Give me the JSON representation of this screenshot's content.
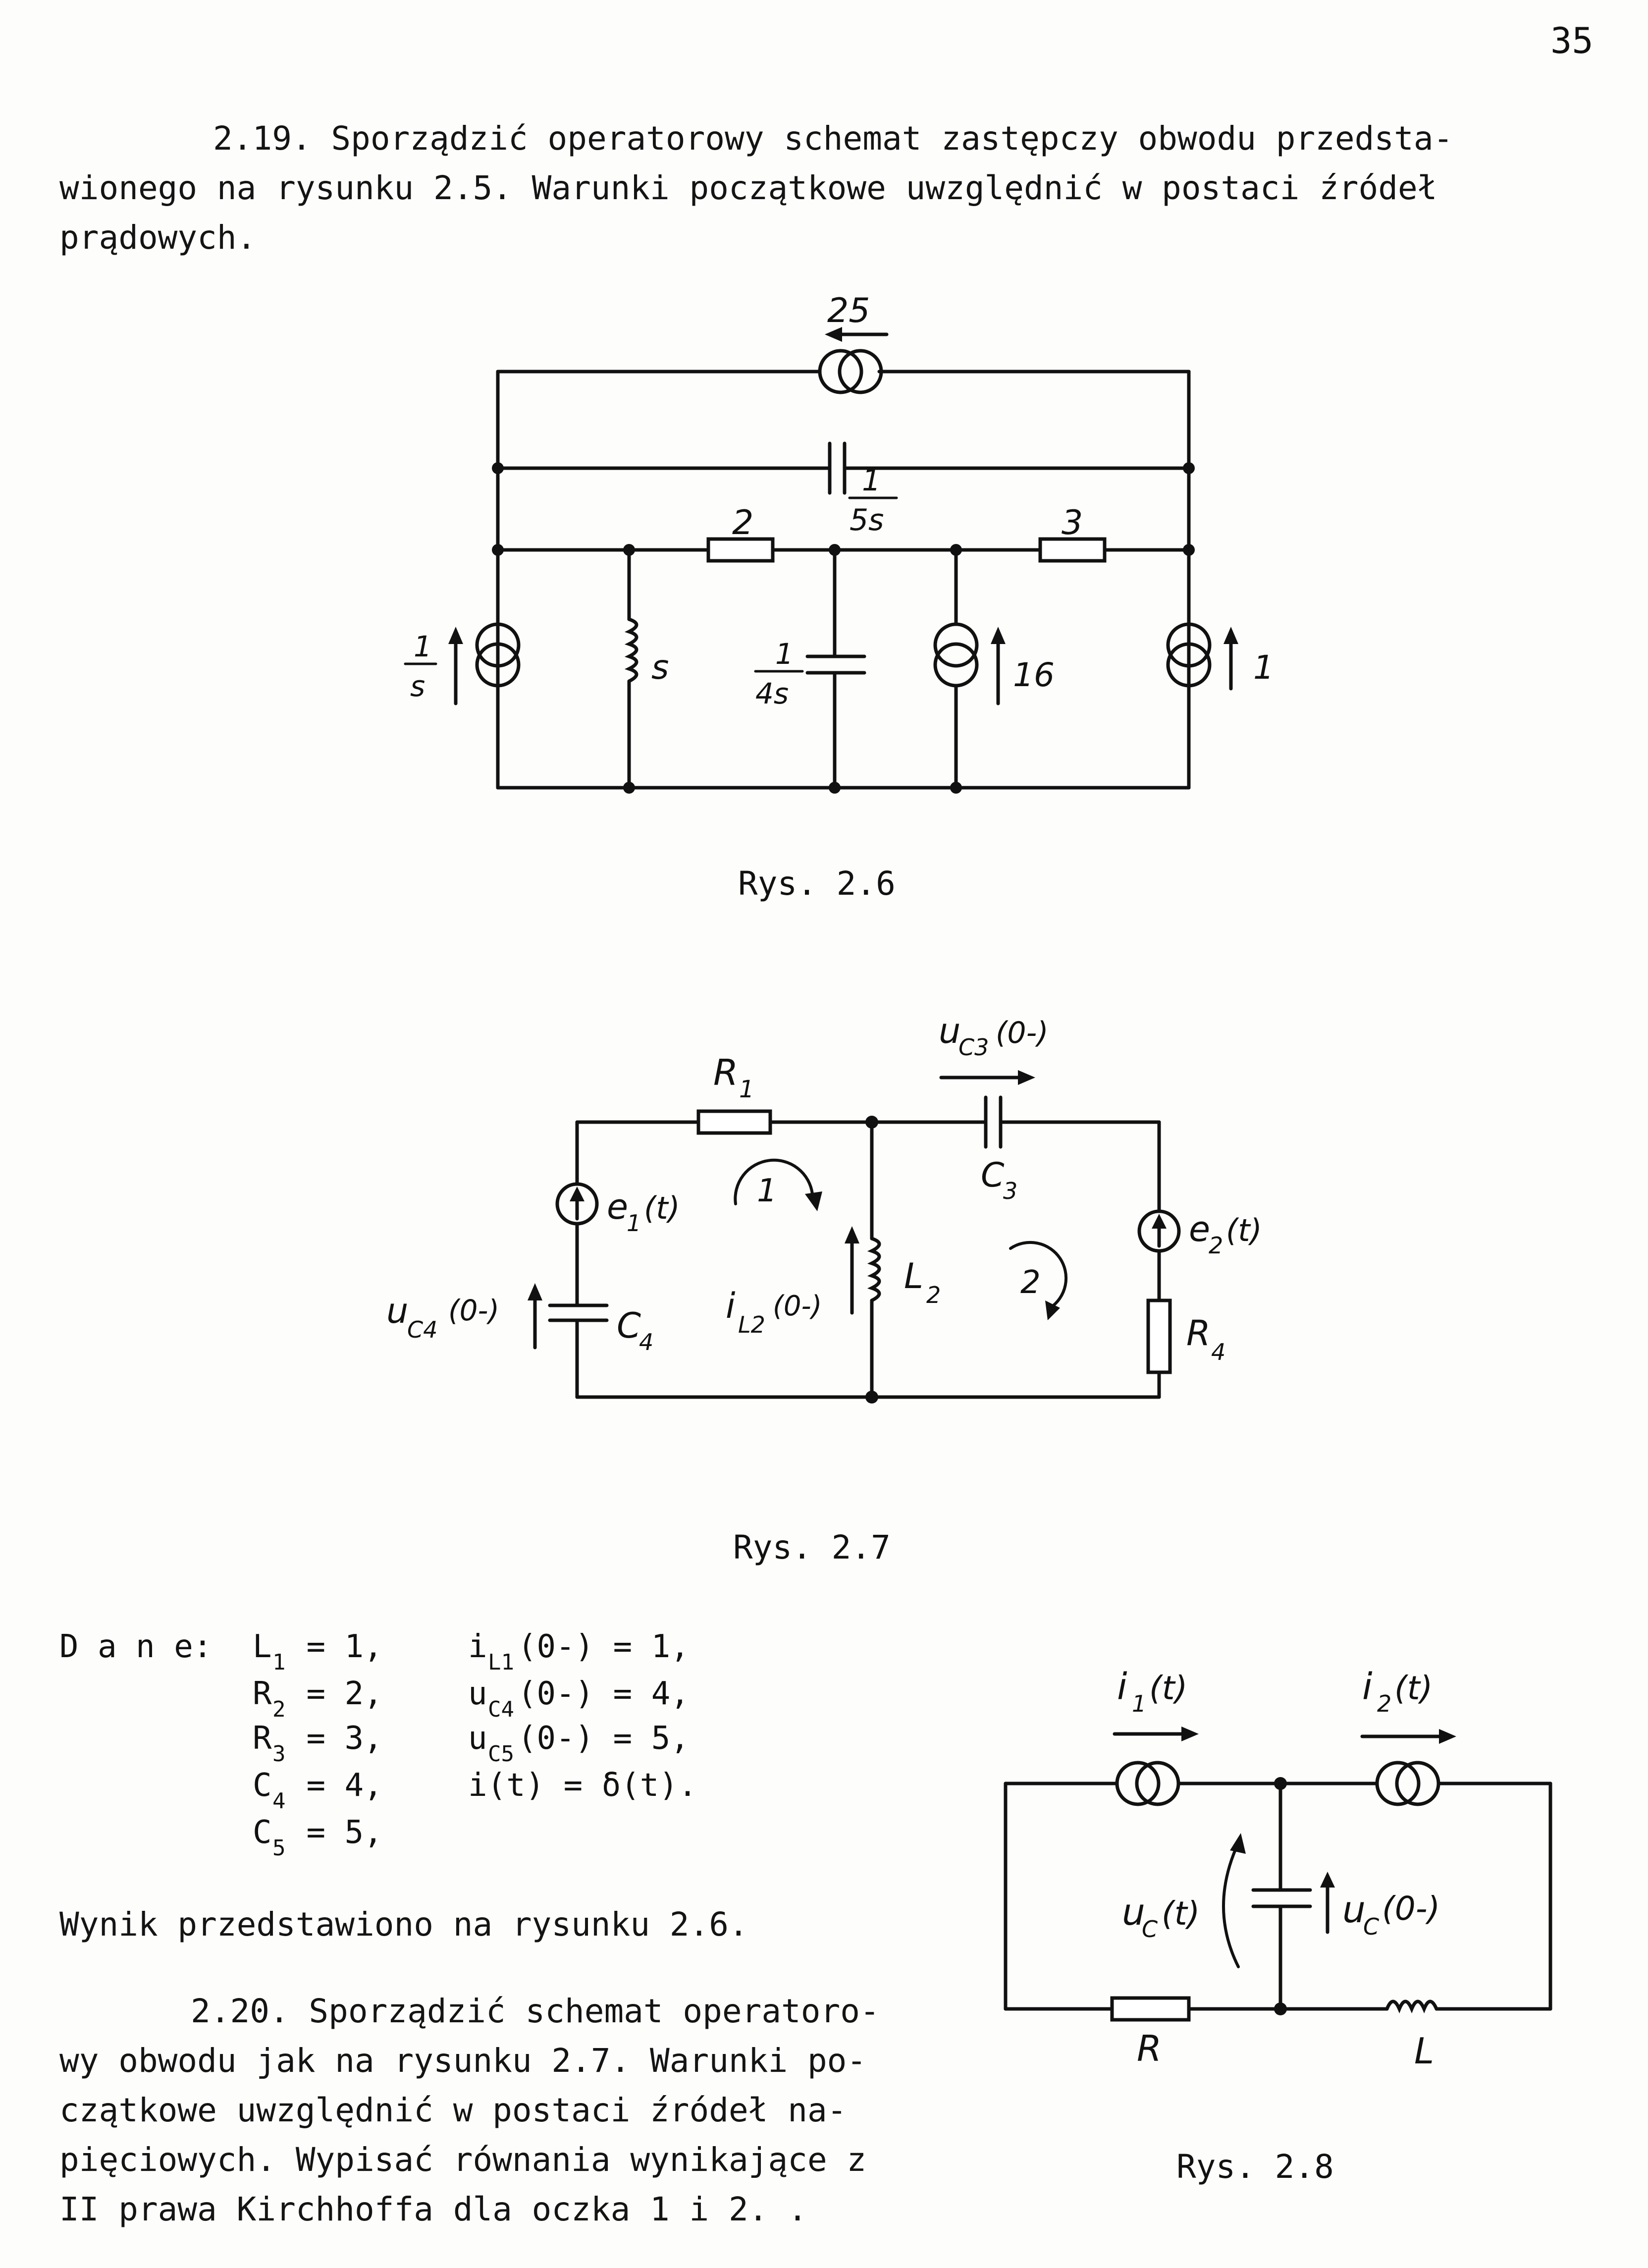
{
  "page_number": "35",
  "problem_219": {
    "line1": "2.19. Sporządzić operatorowy schemat zastępczy obwodu przedsta-",
    "line2": "wionego na rysunku 2.5. Warunki początkowe uwzględnić w postaci źródeł",
    "line3": "prądowych."
  },
  "fig26": {
    "caption": "Rys. 2.6",
    "top_source": "25",
    "top_cap_num": "1",
    "top_cap_den": "5s",
    "res_left": "2",
    "res_right": "3",
    "src1_num": "1",
    "src1_den": "s",
    "inductor": "s",
    "cap_mid_num": "1",
    "cap_mid_den": "4s",
    "src_mid": "16",
    "src_right": "1"
  },
  "fig27": {
    "caption": "Rys. 2.7",
    "R1": "R",
    "R1_sub": "1",
    "uc3": "u",
    "uc3_sub": "C3",
    "uc3_tail": "(0-)",
    "C3": "C",
    "C3_sub": "3",
    "e1": "e",
    "e1_sub": "1",
    "e1_tail": "(t)",
    "loop1": "1",
    "loop2": "2",
    "e2": "e",
    "e2_sub": "2",
    "e2_tail": "(t)",
    "il2": "i",
    "il2_sub": "L2",
    "il2_tail": "(0-)",
    "L2": "L",
    "L2_sub": "2",
    "uc4": "u",
    "uc4_sub": "C4",
    "uc4_tail": "(0-)",
    "C4": "C",
    "C4_sub": "4",
    "R4": "R",
    "R4_sub": "4"
  },
  "dane": {
    "label": "D a n e:",
    "rows": [
      {
        "left": "L",
        "left_sub": "1",
        "left_val": " = 1,",
        "right": "i",
        "right_sub": "L1",
        "right_val": "(0-) = 1,"
      },
      {
        "left": "R",
        "left_sub": "2",
        "left_val": " = 2,",
        "right": "u",
        "right_sub": "C4",
        "right_val": "(0-) = 4,"
      },
      {
        "left": "R",
        "left_sub": "3",
        "left_val": " = 3,",
        "right": "u",
        "right_sub": "C5",
        "right_val": "(0-) = 5,"
      },
      {
        "left": "C",
        "left_sub": "4",
        "left_val": " = 4,",
        "right": "i(t) = δ(t).",
        "right_sub": "",
        "right_val": ""
      },
      {
        "left": "C",
        "left_sub": "5",
        "left_val": " = 5,",
        "right": "",
        "right_sub": "",
        "right_val": ""
      }
    ]
  },
  "result_line": "Wynik przedstawiono na rysunku 2.6.",
  "problem_220": {
    "line1": "2.20. Sporządzić schemat operatoro-",
    "line2": "wy obwodu jak na rysunku 2.7. Warunki po-",
    "line3": "czątkowe uwzględnić w postaci źródeł na-",
    "line4": "pięciowych. Wypisać równania wynikające z",
    "line5": "II prawa Kirchhoffa dla oczka 1 i 2. ."
  },
  "fig28": {
    "caption": "Rys. 2.8",
    "i1": "i",
    "i1_sub": "1",
    "i1_tail": "(t)",
    "i2": "i",
    "i2_sub": "2",
    "i2_tail": "(t)",
    "uc": "u",
    "uc_sub": "C",
    "uc_tail": "(t)",
    "uc0": "u",
    "uc0_sub": "C",
    "uc0_tail": "(0-)",
    "R": "R",
    "L": "L"
  }
}
